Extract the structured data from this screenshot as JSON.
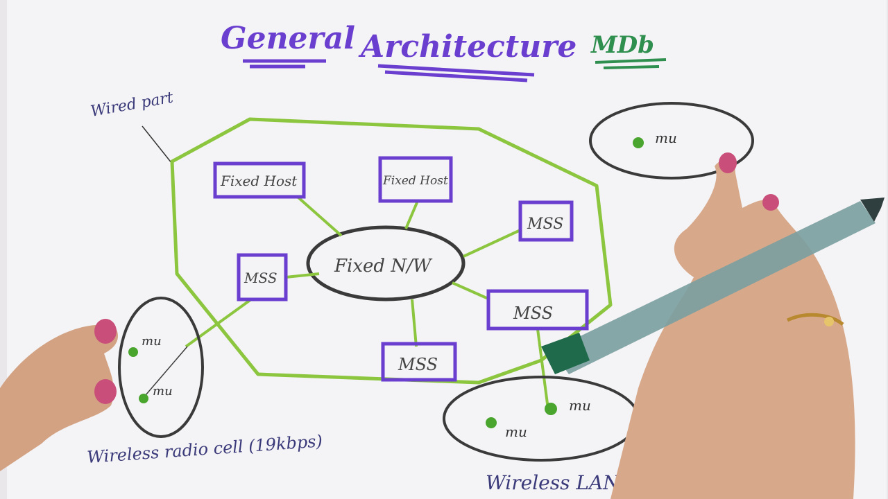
{
  "title": {
    "word1": "General",
    "word2": "Architecture",
    "tag": "MDb"
  },
  "labels": {
    "wired_part": "Wired part",
    "fixed_network": "Fixed N/W",
    "fixed_host_1": "Fixed Host",
    "fixed_host_2": "Fixed Host",
    "mss_left": "MSS",
    "mss_top_right": "MSS",
    "mss_right": "MSS",
    "mss_bottom": "MSS",
    "mu_left_top": "mu",
    "mu_left_bottom": "mu",
    "mu_top_right": "mu",
    "mu_wlan_left": "mu",
    "mu_wlan_right": "mu",
    "wireless_radio_cell": "Wireless radio cell (19kbps)",
    "wireless_lan": "Wireless LAN"
  },
  "colors": {
    "paper": "#f4f3f5",
    "violet": "#6a3fd0",
    "green": "#8cc63f",
    "dark_green": "#2f8f4f",
    "ink": "#333333",
    "skin": "#d7a98a"
  }
}
